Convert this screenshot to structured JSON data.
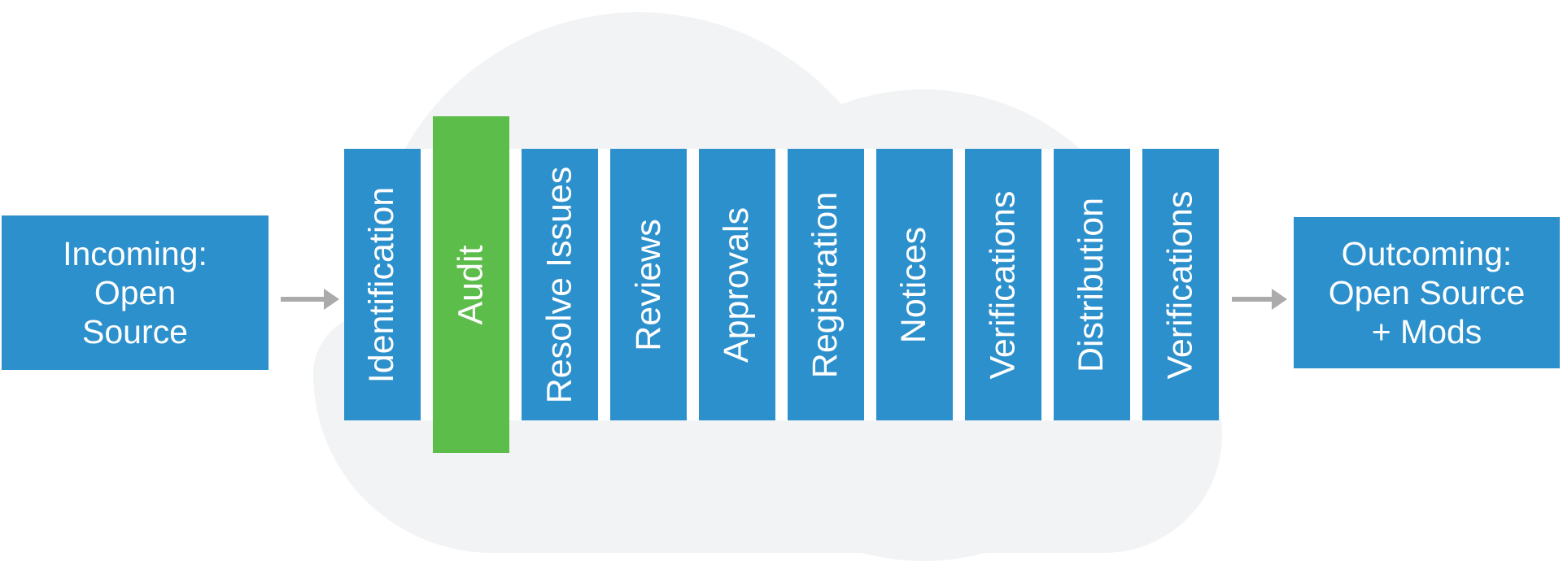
{
  "flow": {
    "incoming_box": {
      "lines": [
        "Incoming:",
        "Open",
        "Source"
      ]
    },
    "outgoing_box": {
      "lines": [
        "Outcoming:",
        "Open Source",
        "+ Mods"
      ]
    },
    "stages": [
      {
        "label": "Identification",
        "highlighted": false
      },
      {
        "label": "Audit",
        "highlighted": true
      },
      {
        "label": "Resolve Issues",
        "highlighted": false
      },
      {
        "label": "Reviews",
        "highlighted": false
      },
      {
        "label": "Approvals",
        "highlighted": false
      },
      {
        "label": "Registration",
        "highlighted": false
      },
      {
        "label": "Notices",
        "highlighted": false
      },
      {
        "label": "Verifications",
        "highlighted": false
      },
      {
        "label": "Distribution",
        "highlighted": false
      },
      {
        "label": "Verifications",
        "highlighted": false
      }
    ]
  },
  "colors": {
    "bar_blue": "#2C90CC",
    "bar_green": "#5CBD4A",
    "cloud": "#F1F3F5",
    "arrow": "#ABABAB",
    "label_text": "#FFFFFF"
  }
}
